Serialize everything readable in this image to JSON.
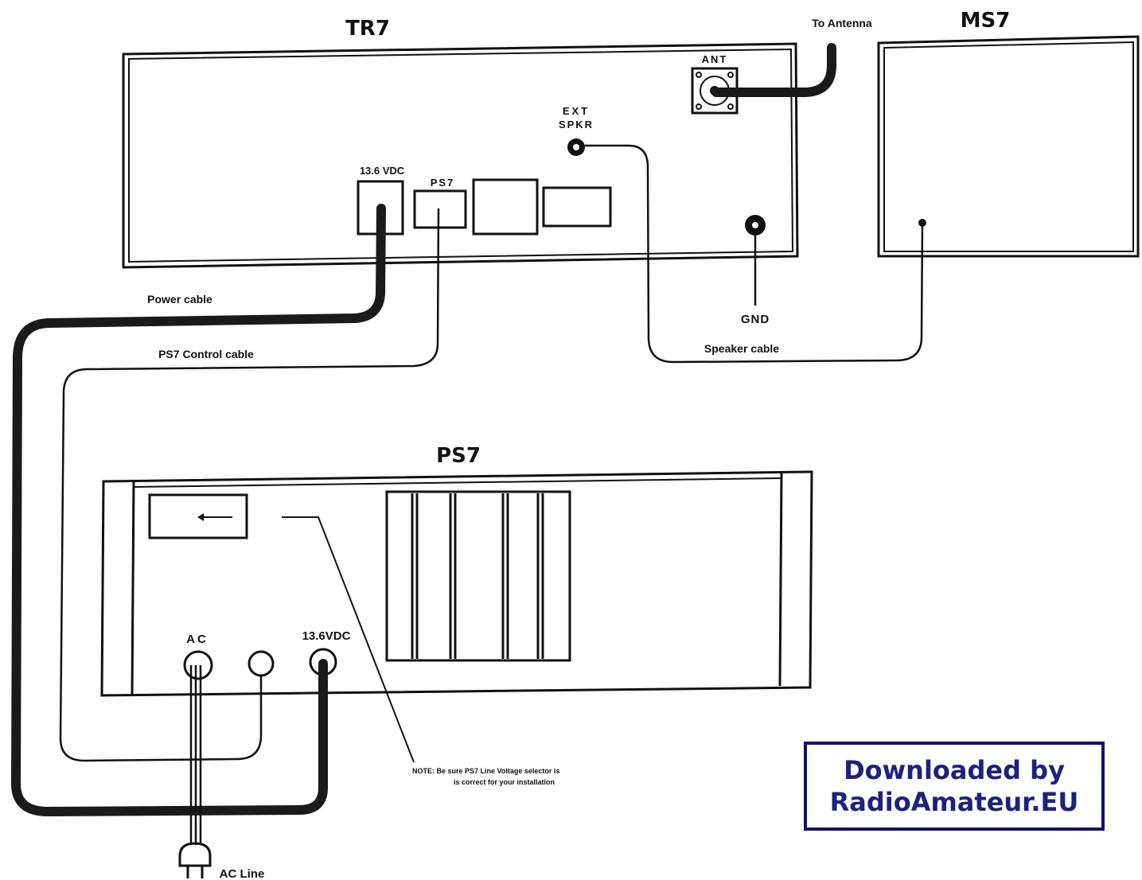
{
  "units": {
    "tr7": "TR7",
    "ms7": "MS7",
    "ps7": "PS7"
  },
  "tr7_panel": {
    "ant": "ANT",
    "ext_spkr_line1": "EXT",
    "ext_spkr_line2": "SPKR",
    "dc_in": "13.6 VDC",
    "ps7_socket": "PS7",
    "gnd": "GND"
  },
  "ps7_panel": {
    "ac": "AC",
    "dc_out": "13.6VDC",
    "note_line1": "NOTE: Be sure PS7 Line Voltage selector is",
    "note_line2": "is correct for your installation"
  },
  "cables": {
    "to_antenna": "To Antenna",
    "power": "Power cable",
    "ps7_control": "PS7 Control cable",
    "speaker": "Speaker cable",
    "ac_line": "AC Line"
  },
  "credit": {
    "line1": "Downloaded by",
    "line2": "RadioAmateur.EU"
  }
}
